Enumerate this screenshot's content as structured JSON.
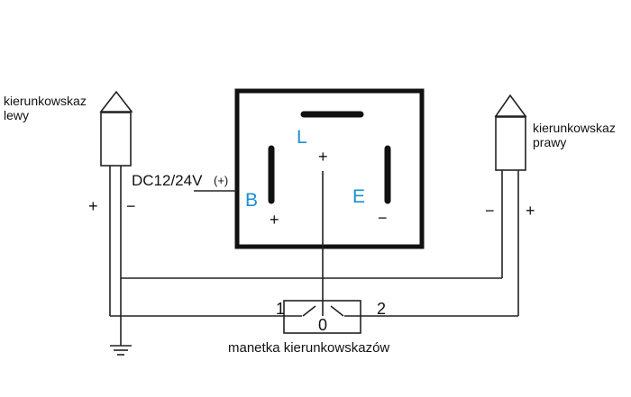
{
  "left_indicator": {
    "label_line1": "kierunkowskaz",
    "label_line2": "lewy",
    "plus": "+",
    "minus": "−"
  },
  "right_indicator": {
    "label_line1": "kierunkowskaz",
    "label_line2": "prawy",
    "plus": "+",
    "minus": "−"
  },
  "supply": {
    "label": "DC12/24V",
    "polarity": "(+)"
  },
  "relay": {
    "pin_L": "L",
    "pin_B": "B",
    "pin_E": "E",
    "sign_L": "+",
    "sign_B": "+",
    "sign_E": "−",
    "pin_color": "#1a8fd1"
  },
  "switch": {
    "pos_1": "1",
    "pos_0": "0",
    "pos_2": "2",
    "label": "manetka kierunkowskazów"
  }
}
